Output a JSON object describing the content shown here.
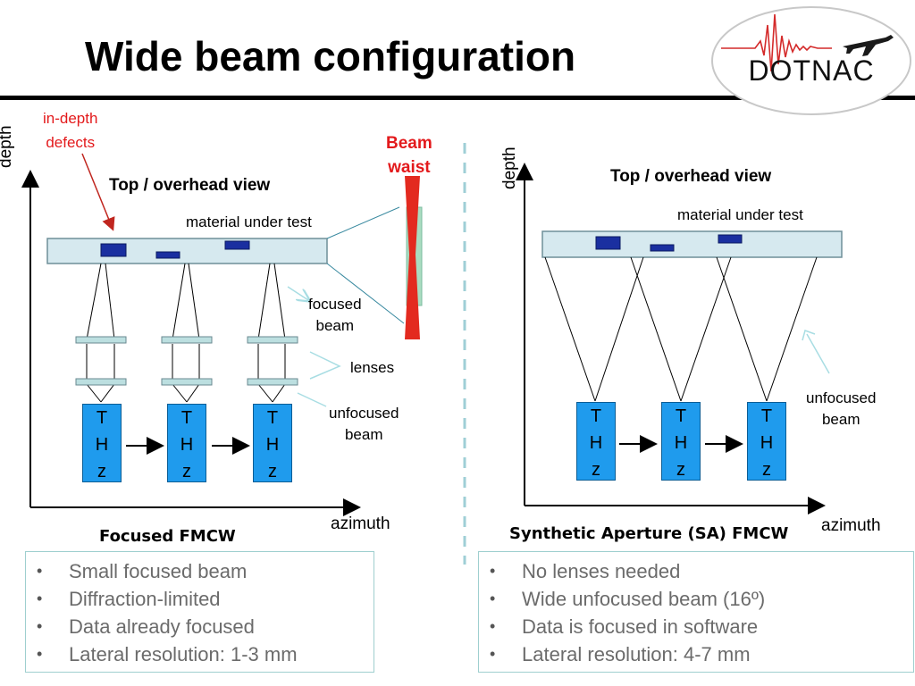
{
  "slide": {
    "title": "Wide beam configuration",
    "logo_text": "DOTNAC"
  },
  "left_panel": {
    "defects_label": "in-depth\ndefects",
    "beam_waist_label": "Beam\nwaist",
    "depth_axis": "depth",
    "azimuth_axis": "azimuth",
    "view_label": "Top / overhead view",
    "material_label": "material under test",
    "focused_beam_label": "focused\nbeam",
    "lenses_label": "lenses",
    "unfocused_beam_label": "unfocused\nbeam",
    "thz_letters": [
      "T",
      "H",
      "z"
    ],
    "caption": "Focused FMCW",
    "bullets": [
      "Small focused beam",
      "Diffraction-limited",
      "Data already focused",
      "Lateral resolution: 1-3 mm"
    ]
  },
  "right_panel": {
    "depth_axis": "depth",
    "azimuth_axis": "azimuth",
    "view_label": "Top / overhead view",
    "material_label": "material under test",
    "unfocused_beam_label": "unfocused\nbeam",
    "thz_letters": [
      "T",
      "H",
      "z"
    ],
    "caption": "Synthetic Aperture (SA) FMCW",
    "bullets": [
      "No lenses needed",
      "Wide unfocused beam (16º)",
      "Data is focused in software",
      "Lateral resolution: 4-7 mm"
    ]
  },
  "colors": {
    "thz_module": "#1f9bed",
    "material_bar": "#d6e9ef",
    "defect": "#1a2fa0",
    "beam_waist": "#e32a1f",
    "annotation_red": "#e31a1c",
    "pointer_arrow": "#a8dde3",
    "divider": "#9fcfd6"
  }
}
